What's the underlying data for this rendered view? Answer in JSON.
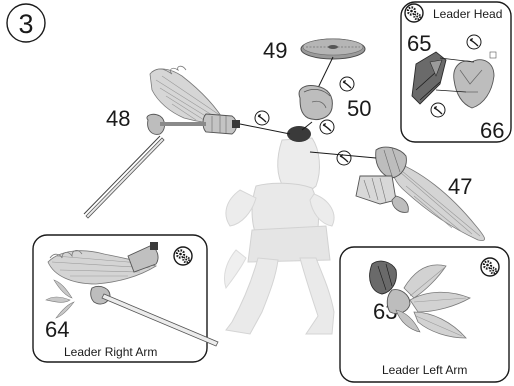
{
  "step": {
    "number": "3"
  },
  "parts": {
    "p47": "47",
    "p48": "48",
    "p49": "49",
    "p50": "50"
  },
  "insets": {
    "leader_head": {
      "title": "Leader Head",
      "parts": [
        "65",
        "66"
      ]
    },
    "leader_right_arm": {
      "title": "Leader Right Arm",
      "parts": [
        "64"
      ]
    },
    "leader_left_arm": {
      "title": "Leader Left Arm",
      "parts": [
        "63"
      ]
    }
  },
  "icons": {
    "assembly": "gears-icon",
    "glue": "glue-drop-icon"
  },
  "colors": {
    "ink": "#1a1a1a",
    "part_light": "#cfcfcf",
    "part_mid": "#a9a9a9",
    "part_dark": "#555555",
    "faded": "#e6e6e6"
  }
}
